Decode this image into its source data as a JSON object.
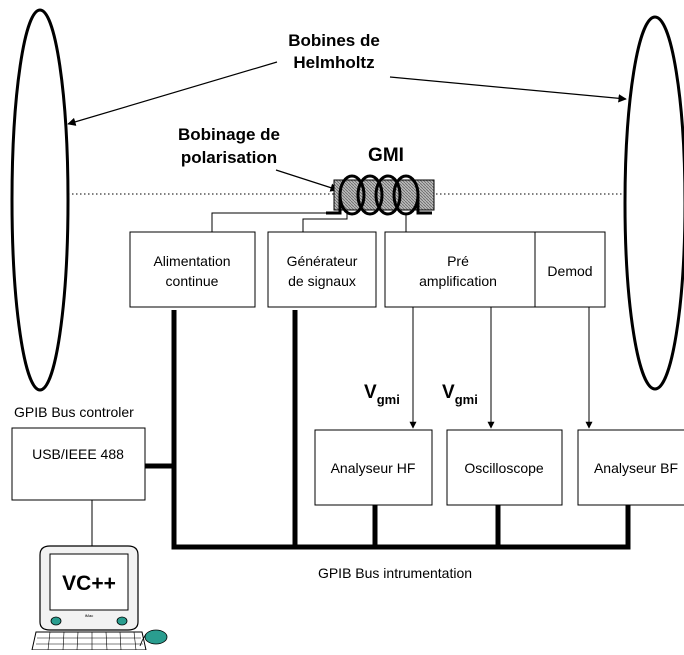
{
  "title": {
    "line1": "Bobines de",
    "line2": "Helmholtz"
  },
  "polarisation": {
    "line1": "Bobinage de",
    "line2": "polarisation"
  },
  "gmi": "GMI",
  "blocks": {
    "alimentation": {
      "line1": "Alimentation",
      "line2": "continue"
    },
    "generateur": {
      "line1": "Générateur",
      "line2": "de signaux"
    },
    "preamp": {
      "line1": "Pré",
      "line2": "amplification"
    },
    "demod": "Demod",
    "usb": "USB/IEEE 488",
    "analyseur_hf": "Analyseur HF",
    "oscilloscope": "Oscilloscope",
    "analyseur_bf": "Analyseur BF"
  },
  "signal": {
    "main": "V",
    "sub": "gmi"
  },
  "gpib_controler": "GPIB Bus controler",
  "gpib_bus": "GPIB Bus intrumentation",
  "computer": {
    "screen_text": "VC++",
    "brand": "iMac"
  },
  "colors": {
    "teal": "#2a9d8f",
    "core_hatch": "#888888"
  }
}
